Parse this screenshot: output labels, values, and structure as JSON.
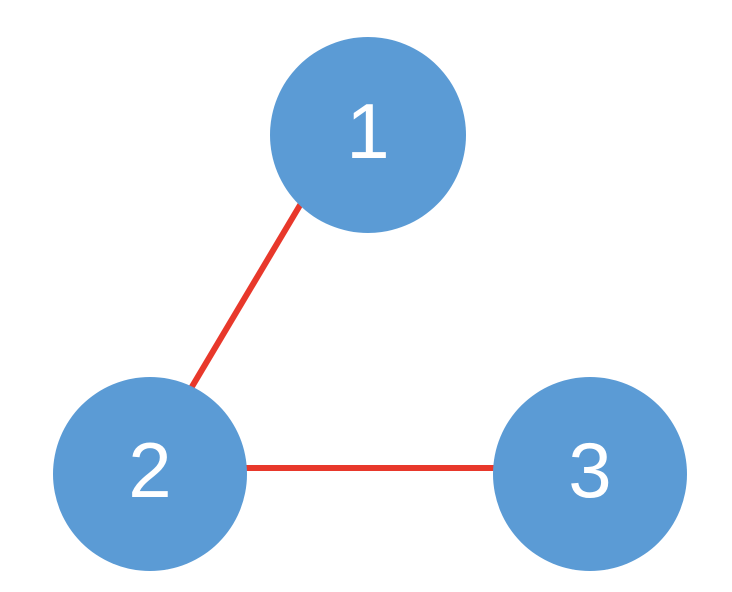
{
  "diagram": {
    "type": "graph",
    "background": "#ffffff",
    "colors": {
      "node_fill": "#5b9bd5",
      "node_label": "#ffffff",
      "edge_stroke": "#e8382b"
    },
    "nodes": [
      {
        "id": "1",
        "label": "1"
      },
      {
        "id": "2",
        "label": "2"
      },
      {
        "id": "3",
        "label": "3"
      }
    ],
    "edges": [
      {
        "from": "1",
        "to": "2"
      },
      {
        "from": "2",
        "to": "3"
      }
    ]
  }
}
